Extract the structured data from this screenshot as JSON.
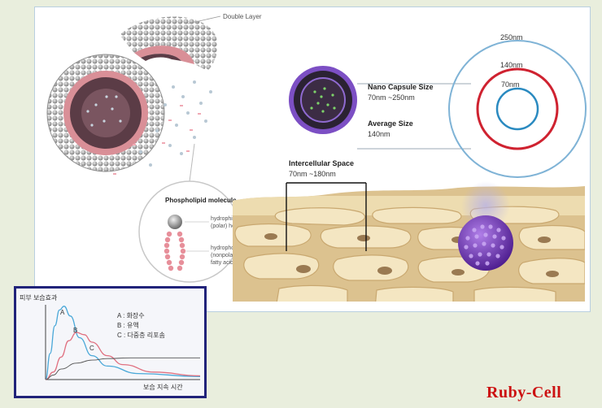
{
  "diagram": {
    "double_layer": "Double Layer",
    "phospholipid_title": "Phospholipid molecule",
    "hydrophilic": [
      "hydrophillic",
      "(polar) head"
    ],
    "hydrophobic": [
      "hydrophobic",
      "(nonpolar)",
      "fatty acid tail"
    ],
    "capsule_size_title": "Nano Capsule Size",
    "capsule_size_range": "70nm ~250nm",
    "average_title": "Average Size",
    "average_value": "140nm",
    "intercellular_title": "Intercellular Space",
    "intercellular_range": "70nm ~180nm",
    "ring_labels": [
      "250nm",
      "140nm",
      "70nm"
    ]
  },
  "inset": {
    "ylabel": "피부 보습효과",
    "xlabel": "보습 지속 시간",
    "legend": [
      "A : 화장수",
      "B : 유액",
      "C : 다중층 리포솜"
    ],
    "curve_labels": [
      "A",
      "B",
      "C"
    ],
    "colors": [
      "#4aa8d8",
      "#e07080",
      "#555555"
    ]
  },
  "chart_data": {
    "type": "line",
    "title": "",
    "ylabel": "피부 보습효과",
    "xlabel": "보습 지속 시간",
    "series": [
      {
        "name": "A : 화장수",
        "x": [
          0,
          3,
          6,
          9,
          12,
          16,
          22,
          30,
          40,
          60,
          100
        ],
        "values": [
          0,
          0.35,
          0.72,
          0.93,
          0.98,
          0.85,
          0.56,
          0.32,
          0.18,
          0.08,
          0.04
        ]
      },
      {
        "name": "B : 유액",
        "x": [
          0,
          5,
          10,
          15,
          20,
          25,
          30,
          40,
          50,
          70,
          100
        ],
        "values": [
          0,
          0.1,
          0.3,
          0.52,
          0.63,
          0.6,
          0.5,
          0.32,
          0.2,
          0.1,
          0.05
        ]
      },
      {
        "name": "C : 다중층 리포솜",
        "x": [
          0,
          5,
          10,
          20,
          30,
          40,
          55,
          70,
          85,
          100
        ],
        "values": [
          0,
          0.06,
          0.14,
          0.22,
          0.26,
          0.28,
          0.29,
          0.29,
          0.29,
          0.29
        ]
      }
    ]
  },
  "brand": "Ruby-Cell"
}
